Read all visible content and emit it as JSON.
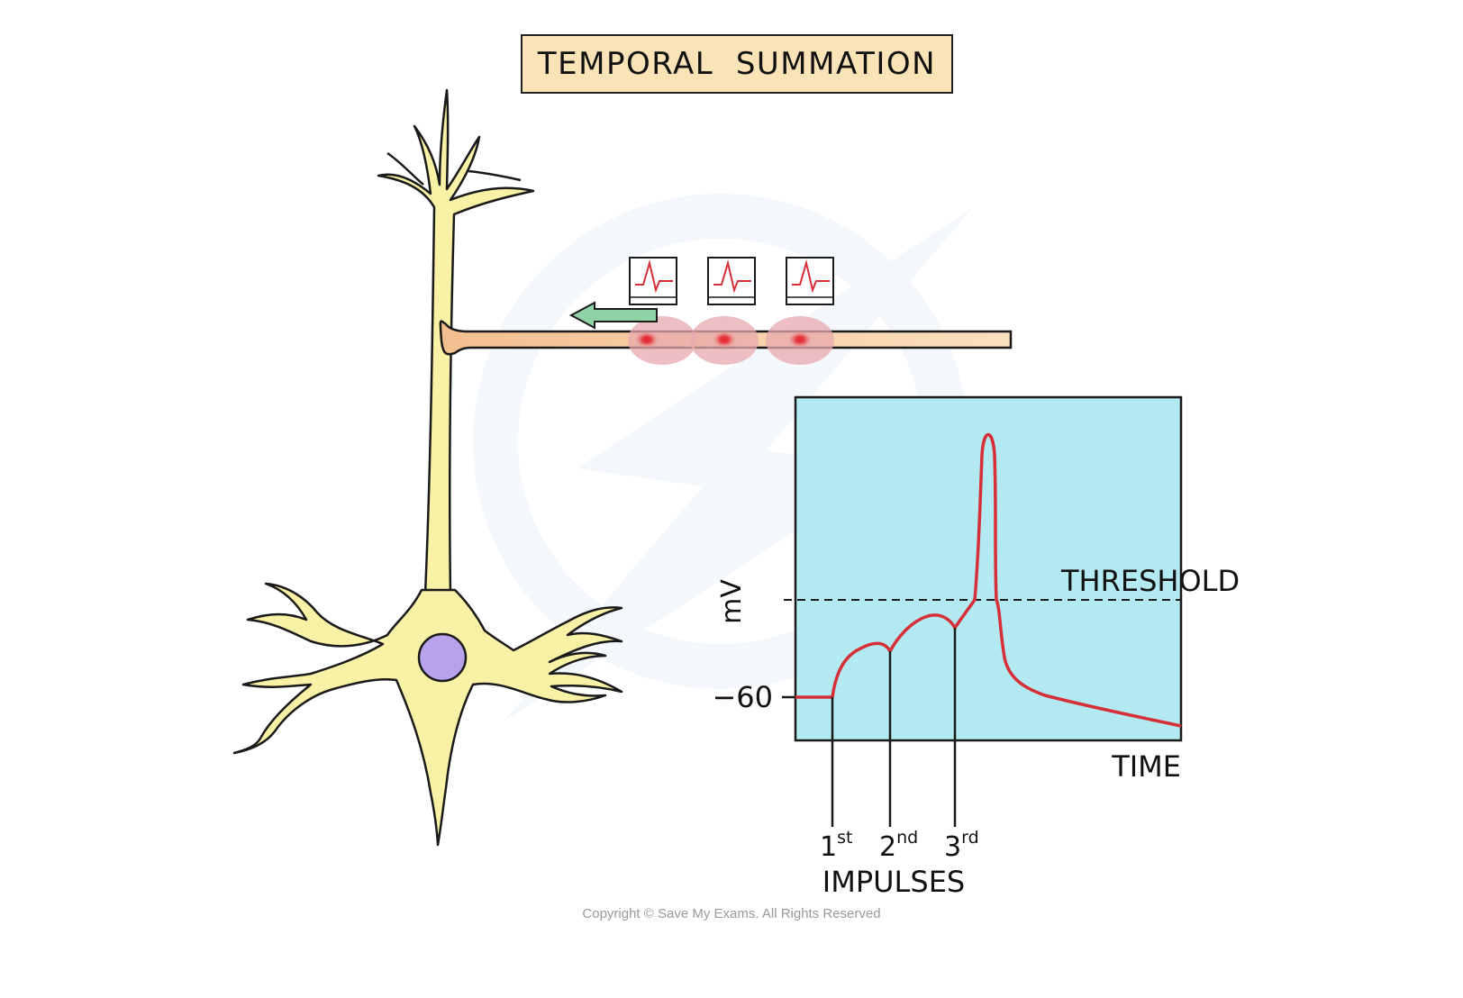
{
  "title": "TEMPORAL  SUMMATION",
  "graph": {
    "y_unit": "mV",
    "y_tick": "−60",
    "threshold_label": "THRESHOLD",
    "x_label": "TIME",
    "impulse_labels": [
      {
        "num": "1",
        "suffix": "st"
      },
      {
        "num": "2",
        "suffix": "nd"
      },
      {
        "num": "3",
        "suffix": "rd"
      }
    ],
    "impulses_label": "IMPULSES"
  },
  "copyright": "Copyright © Save My Exams. All Rights Reserved",
  "colors": {
    "title_bg": "#fbe3b8",
    "neuron_fill": "#f9f1a5",
    "nucleus": "#b9a2ec",
    "axon": "#f6c99a",
    "impulse_glow": "#e8a9ad",
    "impulse_core": "#e3262e",
    "arrow": "#8fd3a7",
    "graph_bg": "#b3e9f1",
    "trace": "#d62f38"
  }
}
